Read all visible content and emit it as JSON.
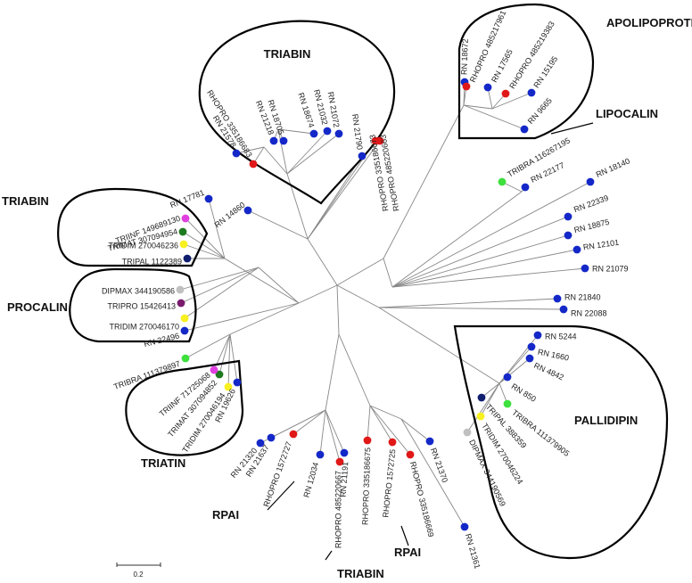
{
  "colors": {
    "blue": "#1428c8",
    "red": "#e01818",
    "green": "#3de03d",
    "magenta": "#e040e0",
    "darkgreen": "#1e7a1e",
    "yellow": "#f8f020",
    "navy": "#101e6e",
    "gray": "#c0c0c0",
    "purple": "#7a1a6e"
  },
  "scale": {
    "label": "0.2"
  },
  "groups": [
    {
      "id": "triabin-top",
      "label": "TRIABIN"
    },
    {
      "id": "apolipoprotein",
      "label": "APOLIPOPROTEIN"
    },
    {
      "id": "lipocalin",
      "label": "LIPOCALIN"
    },
    {
      "id": "triabin-left",
      "label": "TRIABIN"
    },
    {
      "id": "procalin",
      "label": "PROCALIN"
    },
    {
      "id": "triatin",
      "label": "TRIATIN"
    },
    {
      "id": "pallidipin",
      "label": "PALLIDIPIN"
    },
    {
      "id": "rpai-left",
      "label": "RPAI"
    },
    {
      "id": "triabin-bottom",
      "label": "TRIABIN"
    },
    {
      "id": "rpai-right",
      "label": "RPAI"
    }
  ],
  "leaves": [
    {
      "label": "RN 21578",
      "color": "blue"
    },
    {
      "label": "RHOPRO 335186683",
      "color": "red"
    },
    {
      "label": "RN 21218",
      "color": "blue"
    },
    {
      "label": "RN 18705",
      "color": "blue"
    },
    {
      "label": "RN 18674",
      "color": "blue"
    },
    {
      "label": "RN 21032",
      "color": "blue"
    },
    {
      "label": "RN 21072",
      "color": "blue"
    },
    {
      "label": "RN 21790",
      "color": "blue"
    },
    {
      "label": "RHOPRO 335186673",
      "color": "red"
    },
    {
      "label": "RHOPRO 485220663",
      "color": "red"
    },
    {
      "label": "RN 18672",
      "color": "blue"
    },
    {
      "label": "RHOPRO 485217961",
      "color": "red"
    },
    {
      "label": "RN 17565",
      "color": "blue"
    },
    {
      "label": "RHOPRO 485219383",
      "color": "red"
    },
    {
      "label": "RN 15195",
      "color": "blue"
    },
    {
      "label": "RN 9665",
      "color": "blue"
    },
    {
      "label": "TRIBRA 116267195",
      "color": "green"
    },
    {
      "label": "RN 22177",
      "color": "blue"
    },
    {
      "label": "RN 18140",
      "color": "blue"
    },
    {
      "label": "RN 22339",
      "color": "blue"
    },
    {
      "label": "RN 18875",
      "color": "blue"
    },
    {
      "label": "RN 12101",
      "color": "blue"
    },
    {
      "label": "RN 21079",
      "color": "blue"
    },
    {
      "label": "RN 21840",
      "color": "blue"
    },
    {
      "label": "RN 22088",
      "color": "blue"
    },
    {
      "label": "RN 5244",
      "color": "blue"
    },
    {
      "label": "RN 1660",
      "color": "blue"
    },
    {
      "label": "RN 4842",
      "color": "blue"
    },
    {
      "label": "RN 850",
      "color": "blue"
    },
    {
      "label": "TRIBRA 111379905",
      "color": "green"
    },
    {
      "label": "TRIPAL 388359",
      "color": "navy"
    },
    {
      "label": "TRIDIM 270046224",
      "color": "yellow"
    },
    {
      "label": "DIPMAX 344190569",
      "color": "gray"
    },
    {
      "label": "RN 21361",
      "color": "blue"
    },
    {
      "label": "RN 21370",
      "color": "blue"
    },
    {
      "label": "RHOPRO 335186669",
      "color": "red"
    },
    {
      "label": "RHOPRO 1572725",
      "color": "red"
    },
    {
      "label": "RHOPRO 335186675",
      "color": "red"
    },
    {
      "label": "RN 21191",
      "color": "blue"
    },
    {
      "label": "RHOPRO 485220667",
      "color": "red"
    },
    {
      "label": "RN 12034",
      "color": "blue"
    },
    {
      "label": "RHOPRO 1572727",
      "color": "red"
    },
    {
      "label": "RN 21637",
      "color": "blue"
    },
    {
      "label": "RN 21320",
      "color": "blue"
    },
    {
      "label": "RN 19626",
      "color": "blue"
    },
    {
      "label": "TRIDIM 270046194",
      "color": "yellow"
    },
    {
      "label": "TRIMAT 307094852",
      "color": "darkgreen"
    },
    {
      "label": "TRIINF 71725068",
      "color": "magenta"
    },
    {
      "label": "TRIBRA 111379897",
      "color": "green"
    },
    {
      "label": "RN 22496",
      "color": "blue"
    },
    {
      "label": "TRIDIM 270046170",
      "color": "yellow"
    },
    {
      "label": "TRIPRO 15426413",
      "color": "purple"
    },
    {
      "label": "DIPMAX 344190586",
      "color": "gray"
    },
    {
      "label": "TRIPAL 1122389",
      "color": "navy"
    },
    {
      "label": "TRIDIM 270046236",
      "color": "yellow"
    },
    {
      "label": "TRIMAT 307094954",
      "color": "darkgreen"
    },
    {
      "label": "TRIINF 149689130",
      "color": "magenta"
    },
    {
      "label": "RN 17781",
      "color": "blue"
    },
    {
      "label": "RN 14860",
      "color": "blue"
    }
  ]
}
